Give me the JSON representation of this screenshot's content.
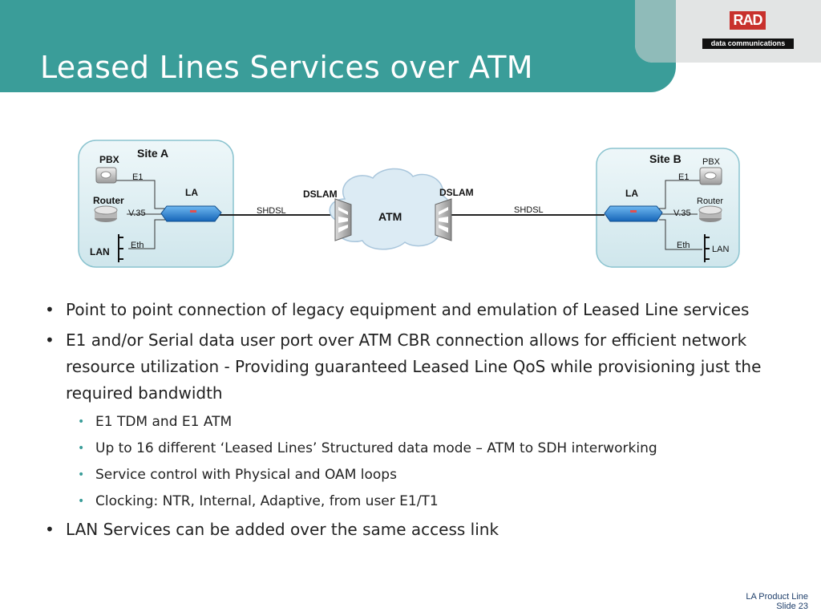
{
  "slide": {
    "title": "Leased Lines Services over ATM"
  },
  "logo": {
    "brand": "RAD",
    "tagline": "data communications"
  },
  "diagram": {
    "site_a": {
      "label": "Site A",
      "pbx": "PBX",
      "router": "Router",
      "lan": "LAN",
      "e1": "E1",
      "v35": "V.35",
      "eth": "Eth",
      "la": "LA"
    },
    "site_b": {
      "label": "Site B",
      "pbx": "PBX",
      "router": "Router",
      "lan": "LAN",
      "e1": "E1",
      "v35": "V.35",
      "eth": "Eth",
      "la": "LA"
    },
    "shdsl_left": "SHDSL",
    "shdsl_right": "SHDSL",
    "dslam_left": "DSLAM",
    "dslam_right": "DSLAM",
    "cloud": "ATM"
  },
  "bullets": [
    {
      "text": "Point to point connection of legacy equipment and emulation of Leased Line services"
    },
    {
      "text": "E1 and/or Serial data user port over ATM CBR connection allows for efficient network resource utilization - Providing guaranteed Leased Line QoS while provisioning just the required bandwidth"
    },
    {
      "text": "E1 TDM and E1 ATM"
    },
    {
      "text": "Up to 16 different ‘Leased Lines’ Structured data mode – ATM to SDH interworking"
    },
    {
      "text": "Service control with Physical and OAM loops"
    },
    {
      "text": "Clocking: NTR, Internal, Adaptive, from user E1/T1"
    },
    {
      "text": "LAN Services can be added over the same access link"
    }
  ],
  "footer": {
    "product": "LA Product Line",
    "slide_no": "Slide 23"
  },
  "colors": {
    "header": "#3a9d99",
    "site_box": "#dceef2",
    "la_device": "#1f7fd0",
    "brand_red": "#c8312d"
  }
}
